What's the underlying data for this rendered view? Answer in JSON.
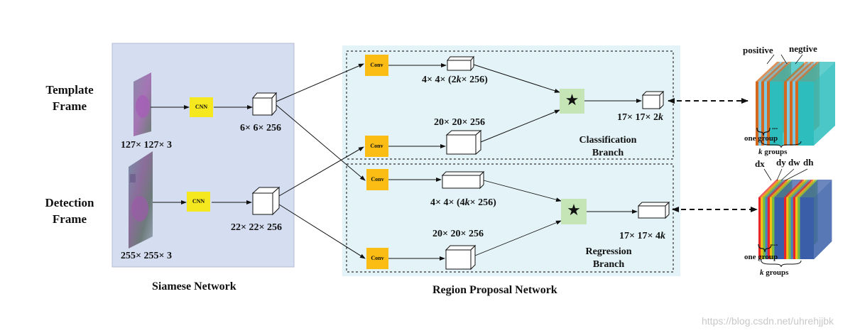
{
  "frames": {
    "template": {
      "line1": "Template",
      "line2": "Frame",
      "input_dim": "127× 127× 3"
    },
    "detection": {
      "line1": "Detection",
      "line2": "Frame",
      "input_dim": "255× 255× 3"
    }
  },
  "siamese": {
    "title": "Siamese Network",
    "cnn_label": "CNN",
    "template_feat": "6× 6× 256",
    "detection_feat": "22× 22× 256"
  },
  "rpn": {
    "title": "Region Proposal Network",
    "conv_label": "Conv",
    "star": "★",
    "classification": {
      "template_dim_pre": "4× 4× (2",
      "template_dim_k": "k",
      "template_dim_post": "× 256)",
      "detection_dim": "20× 20× 256",
      "output_dim_pre": "17× 17× 2",
      "output_dim_k": "k",
      "branch_line1": "Classification",
      "branch_line2": "Branch"
    },
    "regression": {
      "template_dim_pre": "4× 4× (4",
      "template_dim_k": "k",
      "template_dim_post": "× 256)",
      "detection_dim": "20× 20× 256",
      "output_dim_pre": "17× 17× 4",
      "output_dim_k": "k",
      "branch_line1": "Regression",
      "branch_line2": "Branch"
    }
  },
  "anchors": {
    "classification": {
      "positive": "positive",
      "negative": "negtive",
      "one_group": "one group",
      "groups_k": "k",
      "groups_text": " groups",
      "dots": "...",
      "colors": [
        "#d2691e",
        "#7ec8e3",
        "#2dbdbd"
      ]
    },
    "regression": {
      "dx": "dx",
      "dy": "dy",
      "dw": "dw",
      "dh": "dh",
      "one_group": "one group",
      "groups_k": "k",
      "groups_text": " groups",
      "dots": "...",
      "colors": [
        "#e8262a",
        "#f2c014",
        "#6fbf45",
        "#4a7fc1",
        "#3a5fa8"
      ]
    }
  },
  "colors": {
    "siamese_bg": "#d5ddf1",
    "rpn_bg": "#e3f3f7",
    "cnn_box": "#f5e81e",
    "conv_box": "#fbbd14",
    "star_box": "#c5e5b7"
  },
  "watermark": "https://blog.csdn.net/uhrehjjbk"
}
